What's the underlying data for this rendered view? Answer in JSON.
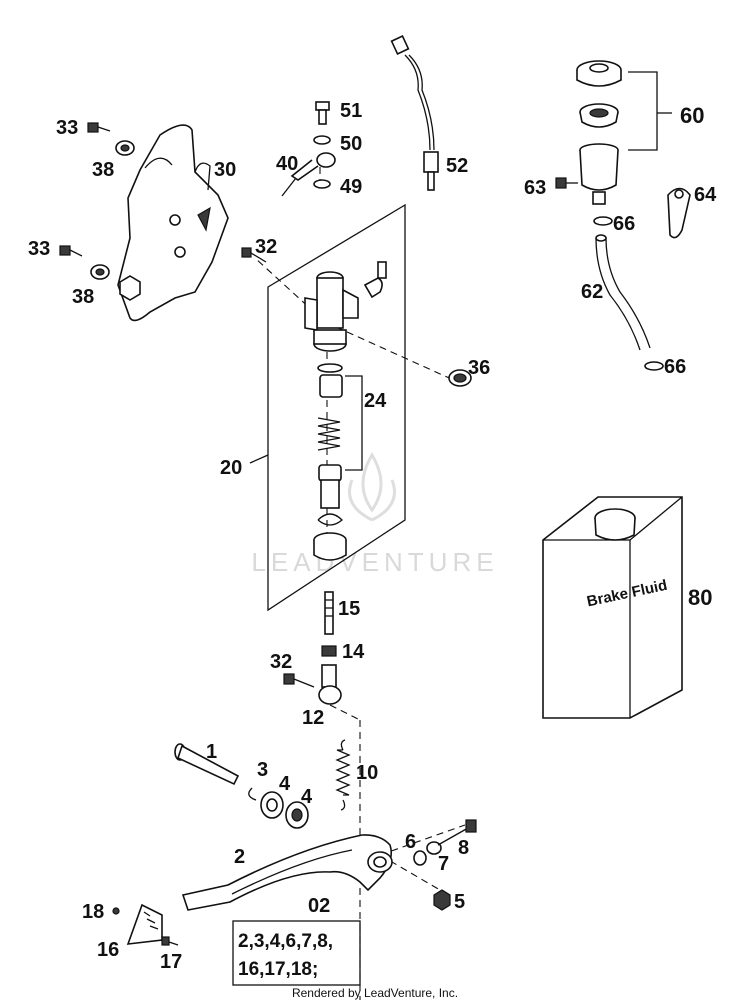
{
  "callouts": {
    "c02": "02",
    "c1": "1",
    "c2": "2",
    "c3": "3",
    "c4a": "4",
    "c4b": "4",
    "c5": "5",
    "c6": "6",
    "c7": "7",
    "c8": "8",
    "c10": "10",
    "c12": "12",
    "c14": "14",
    "c15": "15",
    "c16": "16",
    "c17": "17",
    "c18": "18",
    "c20": "20",
    "c24": "24",
    "c30": "30",
    "c32a": "32",
    "c32b": "32",
    "c33a": "33",
    "c33b": "33",
    "c36": "36",
    "c38a": "38",
    "c38b": "38",
    "c40": "40",
    "c49": "49",
    "c50": "50",
    "c51": "51",
    "c52": "52",
    "c60": "60",
    "c62": "62",
    "c63": "63",
    "c64": "64",
    "c66a": "66",
    "c66b": "66",
    "c80": "80"
  },
  "kit_box": {
    "line1": "2,3,4,6,7,8,",
    "line2": "16,17,18;"
  },
  "bottle_label": "Brake Fluid",
  "watermark": "LEADVENTURE",
  "footer": "Rendered by LeadVenture, Inc."
}
